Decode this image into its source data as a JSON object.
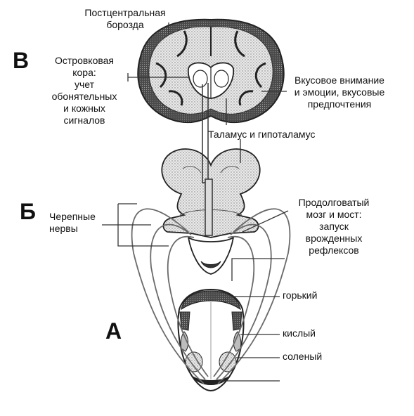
{
  "section_letters": {
    "v": "В",
    "b": "Б",
    "a": "А"
  },
  "labels": {
    "postcentral": [
      "Постцентральная",
      "борозда"
    ],
    "insular": [
      "Островковая",
      "кора:",
      "учет",
      "обонятельных",
      "и кожных",
      "сигналов"
    ],
    "taste_attention": [
      "Вкусовое внимание",
      "и эмоции, вкусовые",
      "предпочтения"
    ],
    "thalamus": [
      "Таламус и гипоталамус"
    ],
    "cranial_nerves": [
      "Черепные",
      "нервы"
    ],
    "medulla": [
      "Продолговатый",
      "мозг и мост:",
      "запуск",
      "врожденных",
      "рефлексов"
    ],
    "bitter": [
      "горький"
    ],
    "sour": [
      "кислый"
    ],
    "salty": [
      "соленый"
    ]
  },
  "colors": {
    "outline": "#2b2b2b",
    "stipple": "#9a9a9a",
    "dark": "#3a3a3a",
    "light": "#e6e6e6"
  }
}
